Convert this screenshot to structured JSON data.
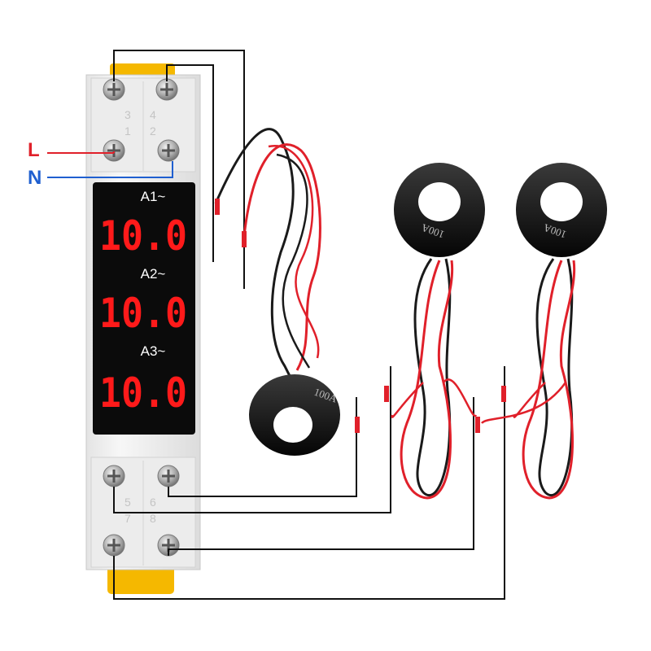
{
  "supply": {
    "line_label": "L",
    "neutral_label": "N",
    "line_color": "#e0202a",
    "neutral_color": "#1f5fd0"
  },
  "meter": {
    "terminal_numbers": {
      "t1": "1",
      "t2": "2",
      "t3": "3",
      "t4": "4",
      "t5": "5",
      "t6": "6",
      "t7": "7",
      "t8": "8"
    },
    "channels": [
      {
        "label": "A1~",
        "reading": "10.0"
      },
      {
        "label": "A2~",
        "reading": "10.0"
      },
      {
        "label": "A3~",
        "reading": "10.0"
      }
    ],
    "display_color": "#ff1a1a",
    "body_color": "#f2f2f2",
    "clip_color": "#f5b800"
  },
  "current_transformers": [
    {
      "rating": "100A"
    },
    {
      "rating": "100A"
    },
    {
      "rating": "100A"
    }
  ],
  "wire_colors": {
    "red": "#e0202a",
    "black": "#1a1a1a"
  }
}
